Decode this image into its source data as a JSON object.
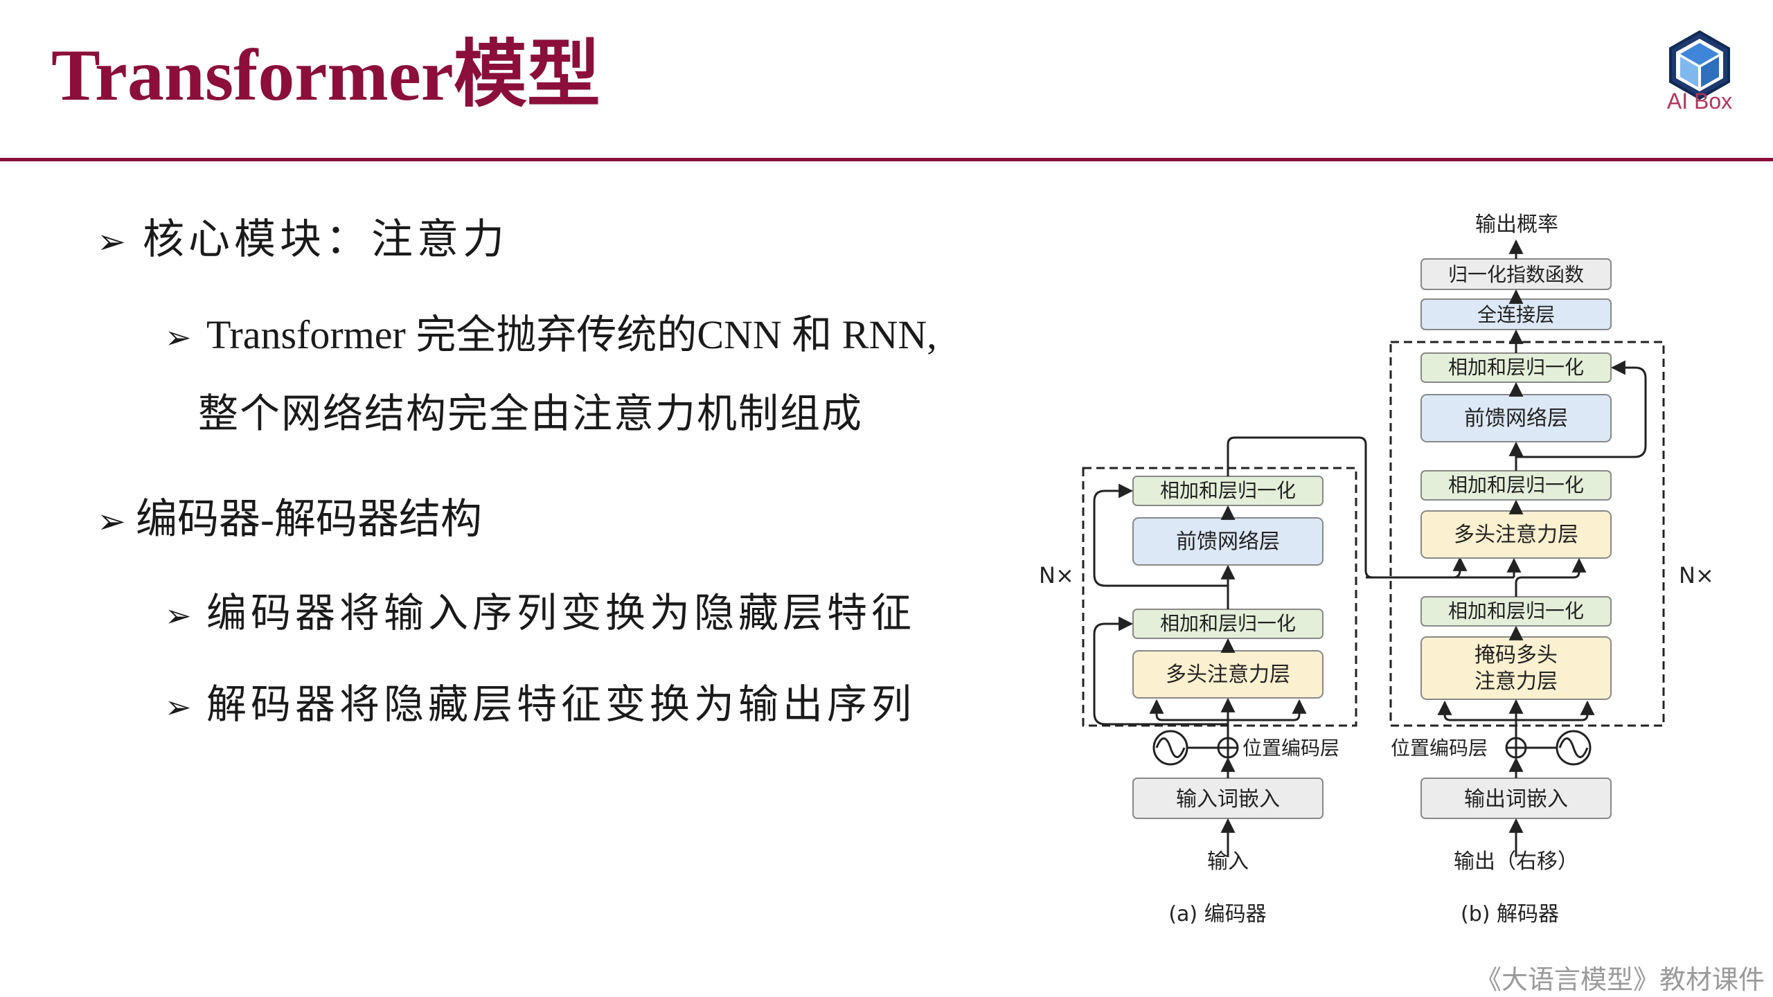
{
  "slide": {
    "title": "Transformer模型",
    "logo_text": "AI Box",
    "footer": "《大语言模型》教材课件"
  },
  "bullets": {
    "b1": "核心模块：注意力",
    "b1_sub1_line1": "Transformer 完全抛弃传统的CNN 和 RNN,",
    "b1_sub1_line2": "整个网络结构完全由注意力机制组成",
    "b2": "编码器-解码器结构",
    "b2_sub1": "编码器将输入序列变换为隐藏层特征",
    "b2_sub2": "解码器将隐藏层特征变换为输出序列"
  },
  "diagram": {
    "encoder": {
      "caption": "(a) 编码器",
      "repeat": "N×",
      "add_norm_top": "相加和层归一化",
      "ffn": "前馈网络层",
      "add_norm_bottom": "相加和层归一化",
      "mha": "多头注意力层",
      "pos_enc": "位置编码层",
      "embed": "输入词嵌入",
      "input": "输入"
    },
    "decoder": {
      "caption": "(b) 解码器",
      "repeat": "N×",
      "output_prob": "输出概率",
      "softmax": "归一化指数函数",
      "linear": "全连接层",
      "add_norm_top": "相加和层归一化",
      "ffn": "前馈网络层",
      "add_norm_mid": "相加和层归一化",
      "cross_mha": "多头注意力层",
      "add_norm_bottom": "相加和层归一化",
      "masked_mha_line1": "掩码多头",
      "masked_mha_line2": "注意力层",
      "pos_enc": "位置编码层",
      "embed": "输出词嵌入",
      "input": "输出（右移）"
    },
    "colors": {
      "add_norm": "#e3efd9",
      "ffn": "#dce8f5",
      "attention": "#fbf0cf",
      "gray_box": "#ececec"
    }
  }
}
